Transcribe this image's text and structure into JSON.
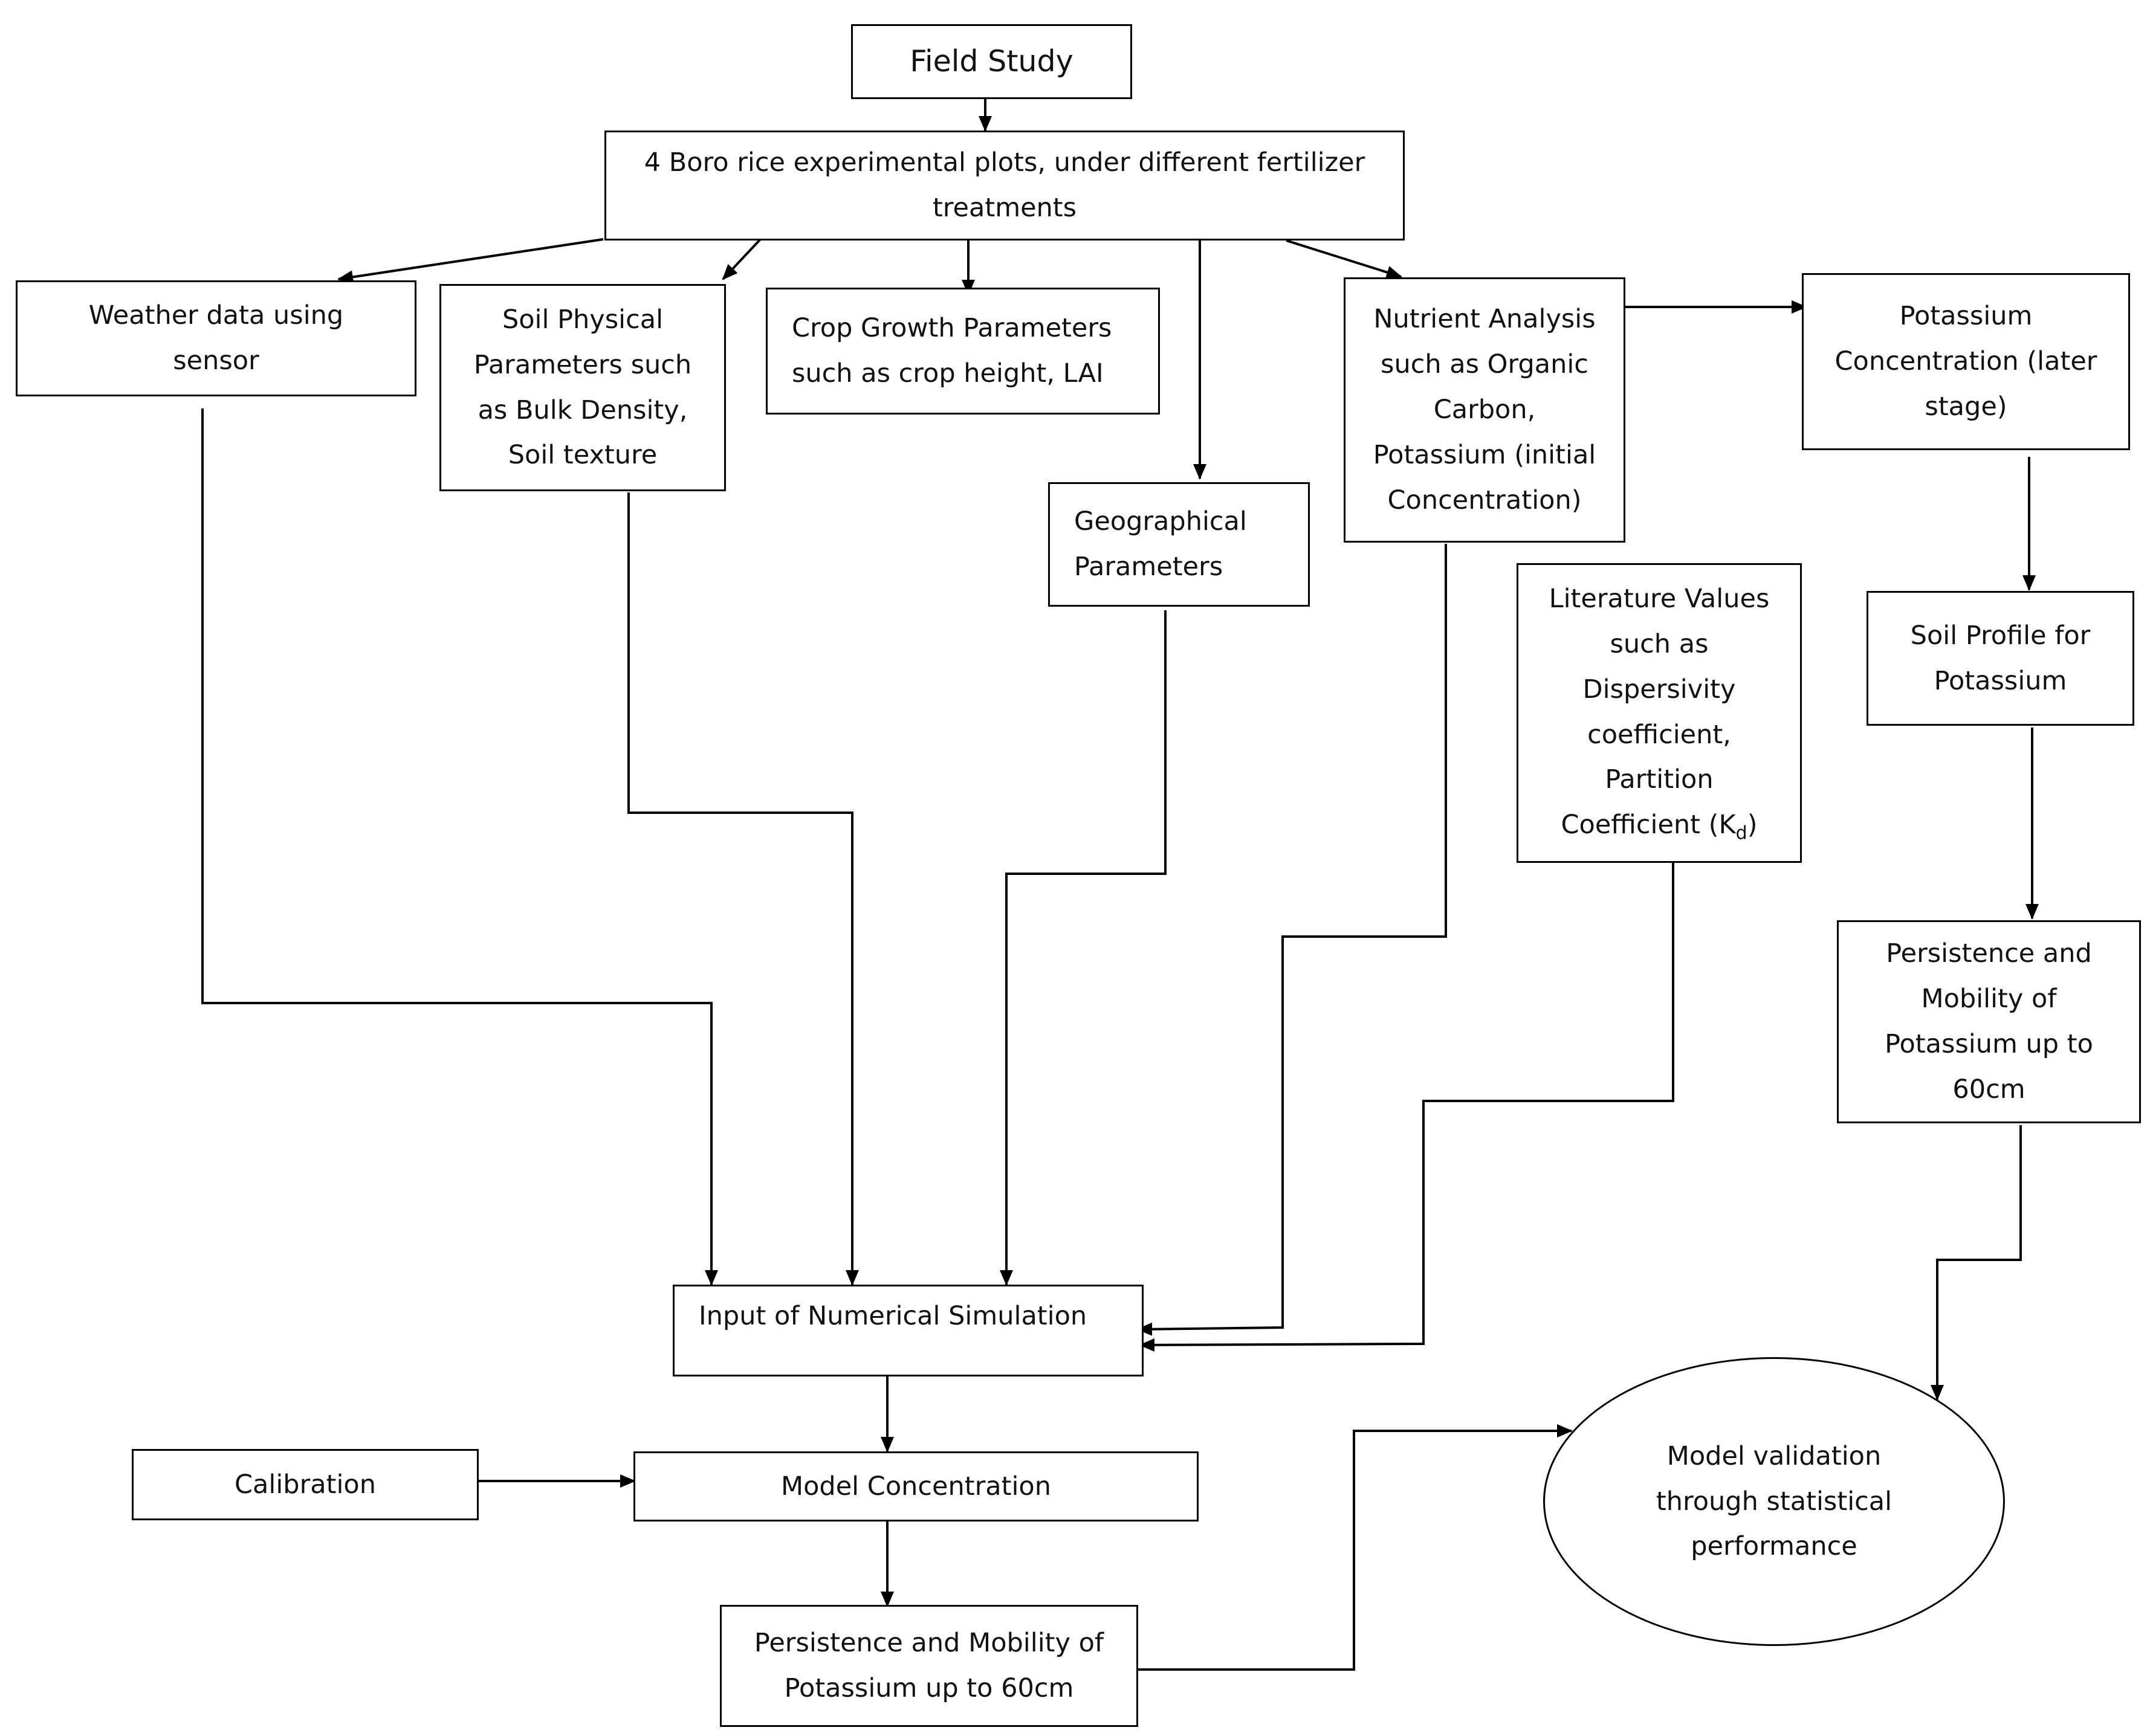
{
  "nodes": {
    "field_study": "Field Study",
    "plots": "4 Boro rice experimental plots, under different fertilizer treatments",
    "weather": "Weather data using sensor",
    "soil_physical": "Soil Physical Parameters such as Bulk Density, Soil texture",
    "crop_growth": "Crop Growth Parameters such as crop height, LAI",
    "geographical": "Geographical Parameters",
    "nutrient": "Nutrient Analysis such as Organic Carbon, Potassium (initial Concentration)",
    "potassium_later": "Potassium Concentration (later stage)",
    "literature": "Literature Values such as Dispersivity coefficient, Partition Coefficient (K",
    "literature_sub": "d",
    "literature_end": ")",
    "soil_profile": "Soil Profile for Potassium",
    "persistence_right": "Persistence and Mobility of Potassium up to 60cm",
    "input_sim": "Input of Numerical Simulation",
    "calibration": "Calibration",
    "model_conc": "Model Concentration",
    "persistence_bottom": "Persistence and Mobility of Potassium up to 60cm",
    "validation": "Model validation through statistical performance"
  }
}
